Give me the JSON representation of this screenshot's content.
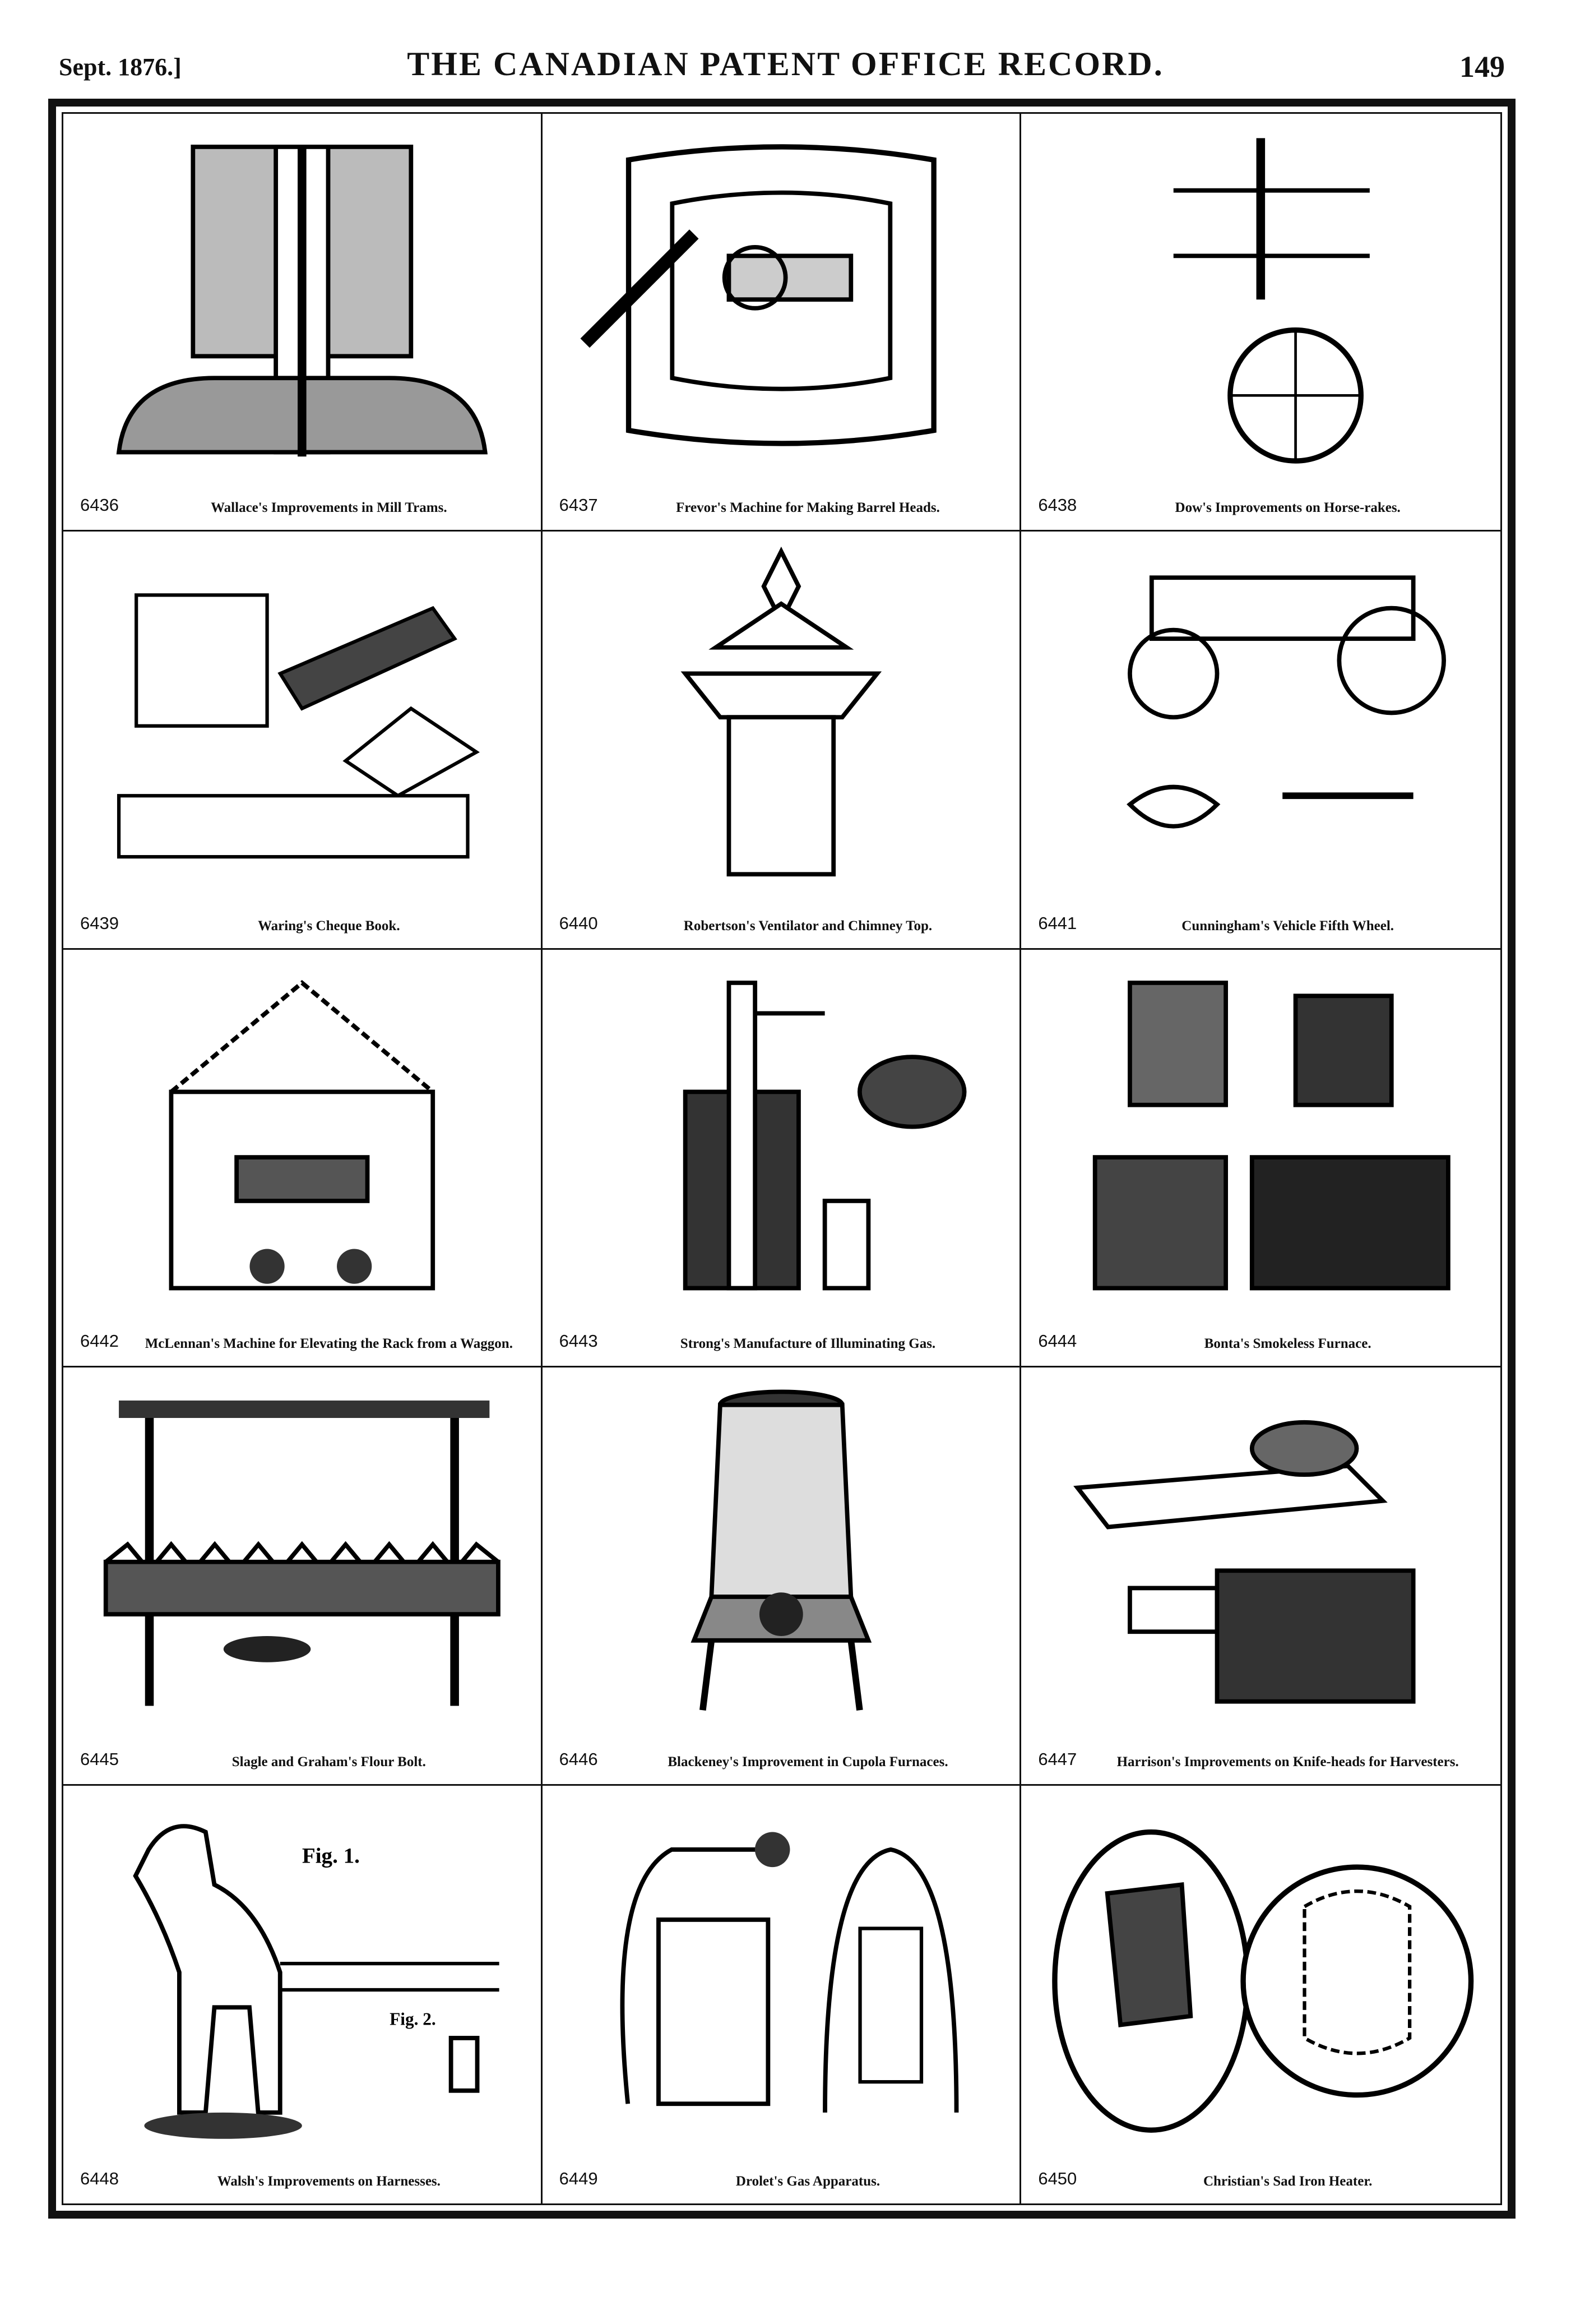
{
  "header": {
    "date": "Sept. 1876.]",
    "title": "THE CANADIAN PATENT OFFICE RECORD.",
    "page": "149"
  },
  "patents": [
    {
      "number": "6436",
      "title": "Wallace's Improvements in Mill Trams."
    },
    {
      "number": "6437",
      "title": "Frevor's Machine for Making Barrel Heads."
    },
    {
      "number": "6438",
      "title": "Dow's Improvements on Horse-rakes."
    },
    {
      "number": "6439",
      "title": "Waring's Cheque Book."
    },
    {
      "number": "6440",
      "title": "Robertson's Ventilator and Chimney Top."
    },
    {
      "number": "6441",
      "title": "Cunningham's Vehicle Fifth Wheel."
    },
    {
      "number": "6442",
      "title": "McLennan's Machine for Elevating the Rack from a Waggon."
    },
    {
      "number": "6443",
      "title": "Strong's Manufacture of Illuminating Gas."
    },
    {
      "number": "6444",
      "title": "Bonta's Smokeless Furnace."
    },
    {
      "number": "6445",
      "title": "Slagle and Graham's Flour Bolt."
    },
    {
      "number": "6446",
      "title": "Blackeney's Improvement in Cupola Furnaces."
    },
    {
      "number": "6447",
      "title": "Harrison's Improvements on Knife-heads for Harvesters."
    },
    {
      "number": "6448",
      "title": "Walsh's Improvements on Harnesses."
    },
    {
      "number": "6449",
      "title": "Drolet's Gas Apparatus."
    },
    {
      "number": "6450",
      "title": "Christian's Sad Iron Heater."
    }
  ],
  "figure_labels": {
    "fig1": "Fig. 1.",
    "fig2": "Fig. 2."
  }
}
